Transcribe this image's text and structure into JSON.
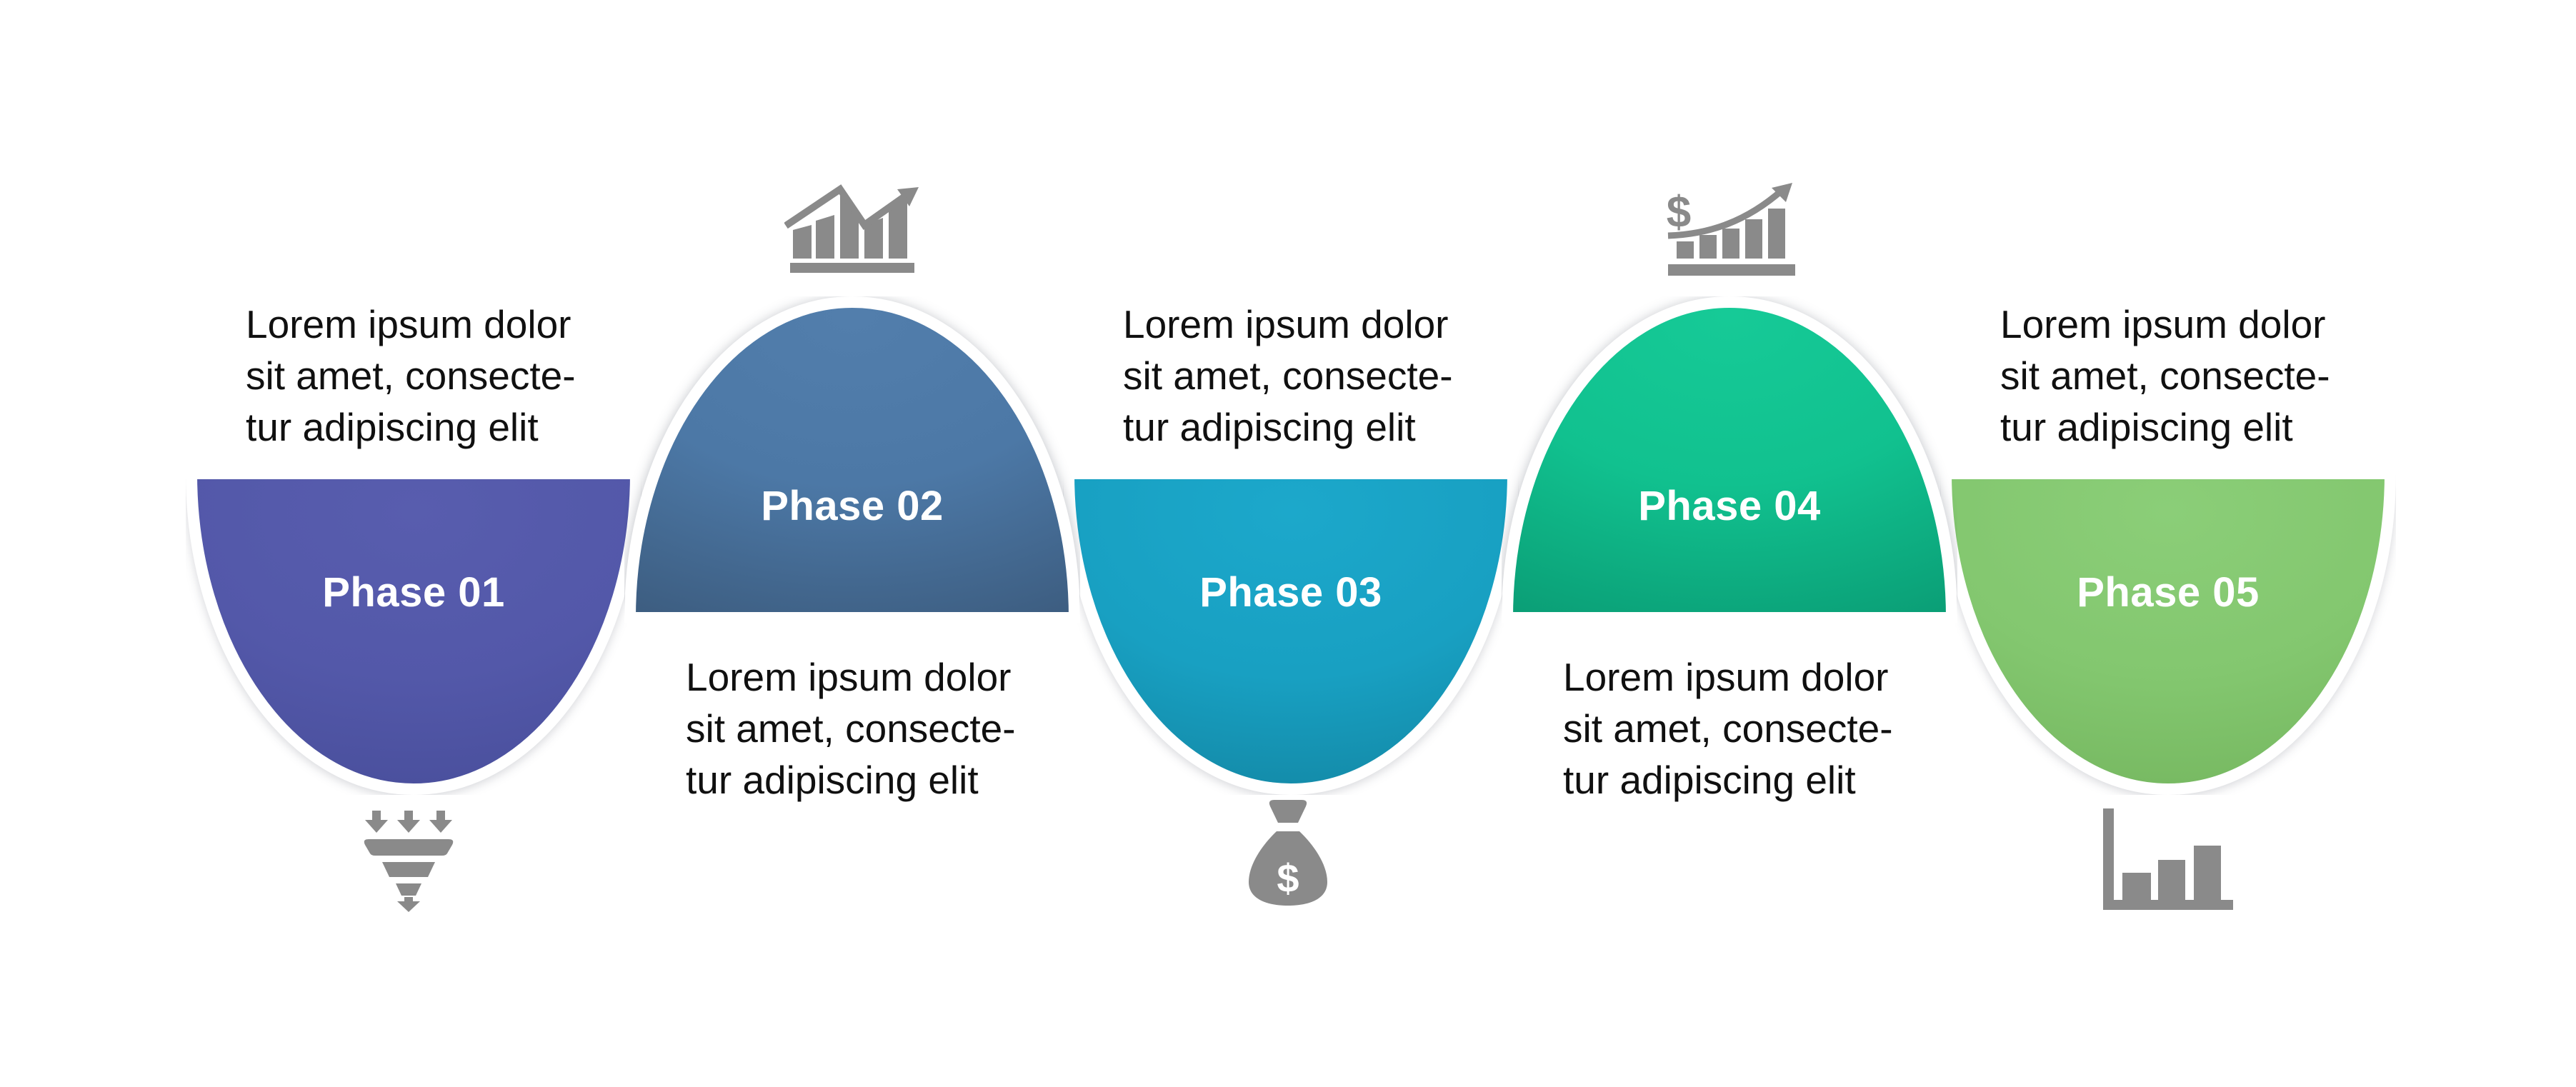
{
  "description_lines": {
    "l1": "Lorem ipsum dolor",
    "l2": "sit amet, consecte-",
    "l3": "tur adipiscing elit"
  },
  "colors": {
    "background": "#FFFFFF",
    "text": "#101010",
    "label_text": "#FFFFFF",
    "icon": "#8A8A8A",
    "shape_outline": "#FFFFFF"
  },
  "phases": [
    {
      "label": "Phase 01",
      "orientation": "down",
      "description_position": "above",
      "icon": "funnel-arrows-icon",
      "colors": {
        "light": "#585DAE",
        "mid": "#5358A9",
        "dark": "#464C98"
      }
    },
    {
      "label": "Phase 02",
      "orientation": "up",
      "description_position": "below",
      "icon": "growth-bars-arrow-icon",
      "colors": {
        "light": "#527EAC",
        "mid": "#4C78A6",
        "dark": "#3B5A7C"
      }
    },
    {
      "label": "Phase 03",
      "orientation": "down",
      "description_position": "above",
      "icon": "money-bag-icon",
      "colors": {
        "light": "#1CA8CB",
        "mid": "#18A0C2",
        "dark": "#12829E"
      }
    },
    {
      "label": "Phase 04",
      "orientation": "up",
      "description_position": "below",
      "icon": "dollar-growth-icon",
      "colors": {
        "light": "#16CA97",
        "mid": "#11C18F",
        "dark": "#0A9A73"
      }
    },
    {
      "label": "Phase 05",
      "orientation": "down",
      "description_position": "above",
      "icon": "bar-chart-icon",
      "colors": {
        "light": "#8BCE78",
        "mid": "#83C76F",
        "dark": "#72B35C"
      }
    }
  ],
  "money_bag_symbol": "$",
  "dollar_symbol": "$"
}
